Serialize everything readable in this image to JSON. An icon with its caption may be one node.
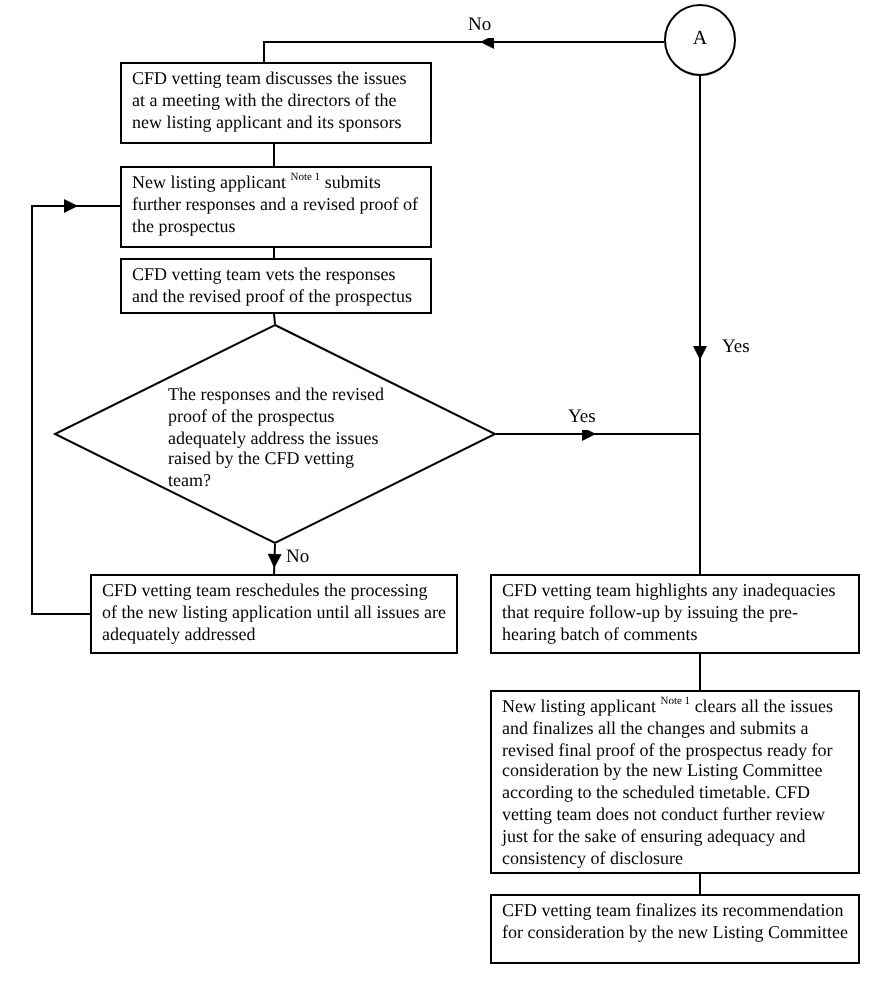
{
  "diagram": {
    "nodes": [
      {
        "text": [
          "A"
        ]
      },
      {
        "text": [
          "CFD vetting team discusses the issues at a meeting with the directors of the new listing applicant and its sponsors"
        ]
      },
      {
        "text": [
          "New listing applicant $^{Note 1}$ submits further responses and a revised proof of the prospectus"
        ]
      },
      {
        "text": [
          "CFD vetting team vets the responses and the revised proof of the prospectus"
        ]
      },
      {
        "text": [
          "The responses and the revised proof of the prospectus adequately address the issues raised by the CFD vetting team?"
        ]
      },
      {
        "text": [
          "CFD vetting team reschedules the processing of the new listing application until all issues are adequately addressed"
        ]
      },
      {
        "text": [
          "CFD vetting team highlights any inadequacies that require follow-up by issuing the pre-hearing batch of comments"
        ]
      },
      {
        "text": [
          "New listing applicant $^{Note 1}$ clears all the issues and finalizes all the changes and submits a revised final proof of the prospectus ready for consideration by the new Listing Committee according to the scheduled timetable. CFD vetting team does not conduct further review just for the sake of ensuring adequacy and consistency of disclosure"
        ]
      },
      {
        "text": [
          "CFD vetting team finalizes its recommendation for consideration by the new Listing Committee"
        ]
      }
    ],
    "edges": [
      {
        "from": 0,
        "to": 1,
        "arrow": "to",
        "label": "No"
      },
      {
        "from": 1,
        "to": 2,
        "arrow": "none"
      },
      {
        "from": 2,
        "to": 3,
        "arrow": "none"
      },
      {
        "from": 3,
        "to": 4,
        "arrow": "none"
      },
      {
        "from": 4,
        "to": 6,
        "arrow": "to",
        "label": "Yes"
      },
      {
        "from": 0,
        "to": 6,
        "arrow": "to",
        "label": "Yes"
      },
      {
        "from": 4,
        "to": 5,
        "arrow": "to",
        "label": "No"
      },
      {
        "from": 5,
        "to": 2,
        "arrow": "to"
      },
      {
        "from": 6,
        "to": 7,
        "arrow": "none"
      },
      {
        "from": 7,
        "to": 8,
        "arrow": "none"
      }
    ]
  }
}
